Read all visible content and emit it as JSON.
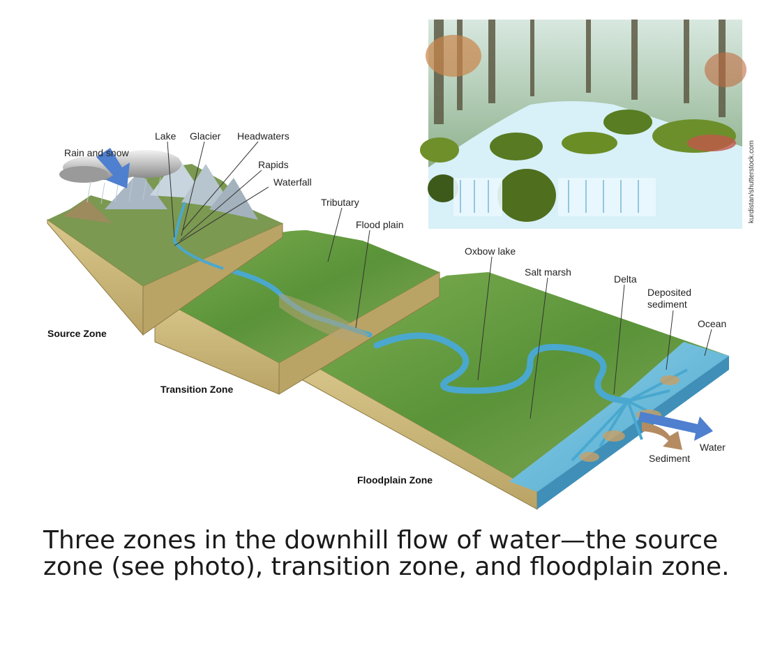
{
  "labels": {
    "rain_and_snow": "Rain and snow",
    "lake": "Lake",
    "glacier": "Glacier",
    "headwaters": "Headwaters",
    "rapids": "Rapids",
    "waterfall": "Waterfall",
    "tributary": "Tributary",
    "flood_plain": "Flood plain",
    "oxbow_lake": "Oxbow lake",
    "salt_marsh": "Salt marsh",
    "delta": "Delta",
    "deposited_sediment_line1": "Deposited",
    "deposited_sediment_line2": "sediment",
    "ocean": "Ocean",
    "water": "Water",
    "sediment": "Sediment"
  },
  "zones": {
    "source": "Source Zone",
    "transition": "Transition Zone",
    "floodplain": "Floodplain Zone"
  },
  "photo_credit": "kurdistan/shutterstock.com",
  "caption": "Three zones in the downhill flow of water—the source zone (see photo), transition zone, and floodplain zone.",
  "colors": {
    "land_green": "#5f9a3e",
    "block_side": "#cdb97a",
    "water": "#58b5d6",
    "arrow_blue": "#4f7fcf",
    "arrow_sediment": "#b58b62"
  }
}
